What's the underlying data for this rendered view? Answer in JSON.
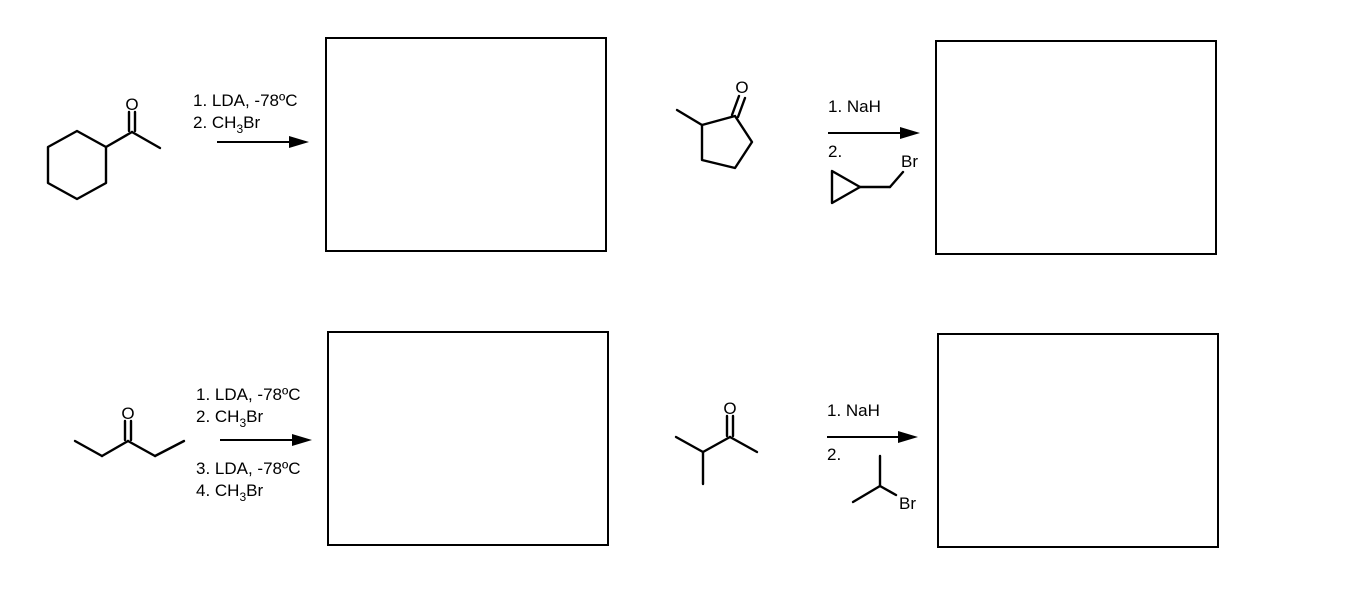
{
  "reactions": [
    {
      "id": "r1",
      "reagents": [
        "1. LDA, -78ºC"
      ],
      "reagent_ch3br": {
        "prefix": "2. CH",
        "sub": "3",
        "suffix": "Br"
      },
      "atoms": {
        "O": "O"
      }
    },
    {
      "id": "r2",
      "reagents": [
        "1. NaH",
        "2."
      ],
      "atoms": {
        "O": "O",
        "Br": "Br"
      }
    },
    {
      "id": "r3",
      "reagents": [
        "1. LDA, -78ºC",
        "3. LDA, -78ºC"
      ],
      "reagent_ch3br_a": {
        "prefix": "2. CH",
        "sub": "3",
        "suffix": "Br"
      },
      "reagent_ch3br_b": {
        "prefix": "4. CH",
        "sub": "3",
        "suffix": "Br"
      },
      "atoms": {
        "O": "O"
      }
    },
    {
      "id": "r4",
      "reagents": [
        "1. NaH",
        "2."
      ],
      "atoms": {
        "O": "O",
        "Br": "Br"
      }
    }
  ]
}
